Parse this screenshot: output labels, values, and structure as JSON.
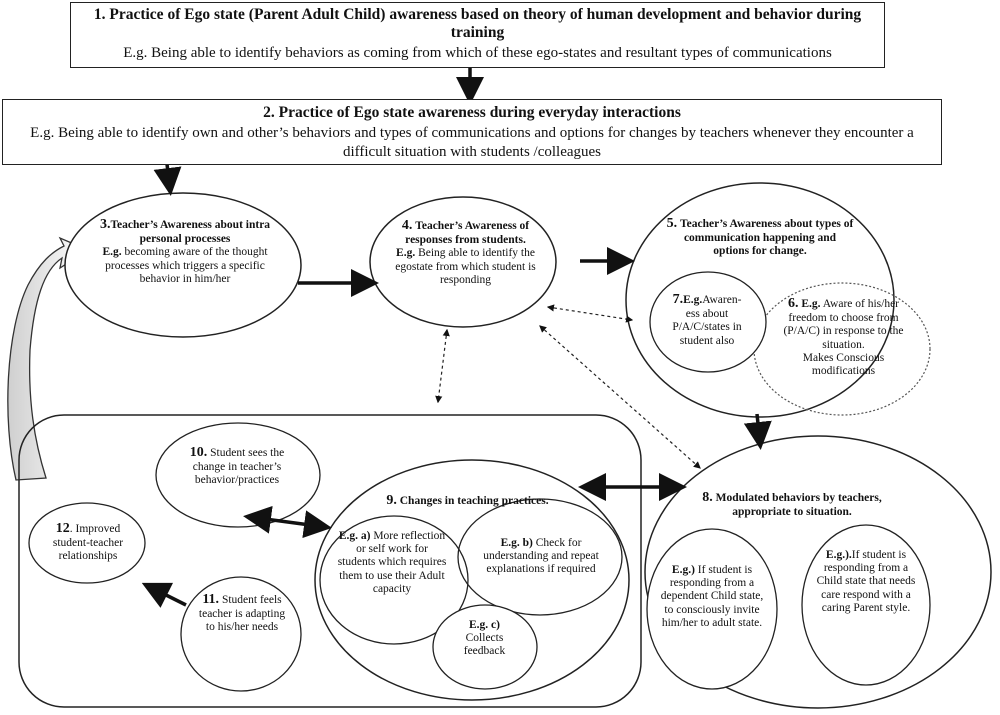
{
  "box1": {
    "title": "1. Practice of Ego state (Parent Adult Child) awareness based on theory of human development and behavior during training",
    "example": "E.g. Being able to identify behaviors as coming from which of these ego-states and resultant types of communications"
  },
  "box2": {
    "title": "2. Practice of Ego state awareness during everyday interactions",
    "example": "E.g. Being able to identify own and other’s behaviors and types of communications and options for changes by teachers whenever they encounter a difficult situation with students /colleagues"
  },
  "node3": {
    "num": "3.",
    "title": "Teacher’s Awareness about intra personal processes",
    "eg": "E.g.",
    "text": "becoming aware of the thought processes which triggers a specific behavior in him/her"
  },
  "node4": {
    "num": "4.",
    "title": "Teacher’s Awareness of responses from students.",
    "eg": "E.g.",
    "text": "Being able to identify the egostate from which student is responding"
  },
  "node5": {
    "num": "5.",
    "title": "Teacher’s Awareness about types of communication happening and options for change."
  },
  "node6": {
    "num": "6.",
    "eg": "E.g.",
    "text": "Aware of his/her freedom to choose from (P/A/C) in response to the situation.",
    "text2": "Makes Conscious modifications"
  },
  "node7": {
    "num": "7.",
    "eg": "E.g.",
    "text": "Awaren-ess about P/A/C/states in student also"
  },
  "node8": {
    "num": "8.",
    "title": "Modulated behaviors by teachers, appropriate to situation.",
    "left_eg": "E.g.)",
    "left_text": "If student is responding from a dependent Child state, to consciously invite him/her to adult state.",
    "right_eg": "E.g.).",
    "right_text": "If student is responding from a Child state that needs care respond with a caring Parent style."
  },
  "node9": {
    "num": "9.",
    "title": "Changes in teaching practices.",
    "a_eg": "E.g. a)",
    "a_text": "More reflection or self work for students which requires them to use their Adult capacity",
    "b_eg": "E.g. b)",
    "b_text": "Check for understanding and repeat explanations if required",
    "c_eg": "E.g. c)",
    "c_text": "Collects feedback"
  },
  "node10": {
    "num": "10.",
    "text": "Student sees the change in teacher’s behavior/practices"
  },
  "node11": {
    "num": "11.",
    "text": "Student feels teacher is adapting to his/her needs"
  },
  "node12": {
    "num": "12",
    "text": ". Improved student-teacher relationships"
  }
}
